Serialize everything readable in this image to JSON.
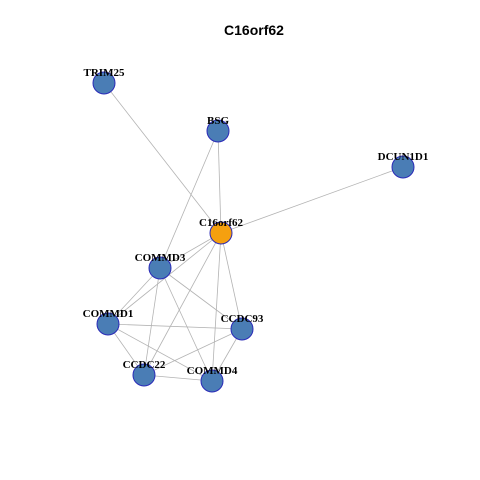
{
  "title": "C16orf62",
  "colors": {
    "node_default": "#4a7db5",
    "node_center": "#f5a00f",
    "node_border": "#2a2ab8",
    "edge": "#b3b3b3"
  },
  "nodes": [
    {
      "id": "C16orf62",
      "label": "C16orf62",
      "center": true
    },
    {
      "id": "TRIM25",
      "label": "TRIM25"
    },
    {
      "id": "BSG",
      "label": "BSG"
    },
    {
      "id": "DCUN1D1",
      "label": "DCUN1D1"
    },
    {
      "id": "COMMD3",
      "label": "COMMD3"
    },
    {
      "id": "COMMD1",
      "label": "COMMD1"
    },
    {
      "id": "CCDC93",
      "label": "CCDC93"
    },
    {
      "id": "CCDC22",
      "label": "CCDC22"
    },
    {
      "id": "COMMD4",
      "label": "COMMD4"
    }
  ],
  "edges": [
    [
      "C16orf62",
      "TRIM25"
    ],
    [
      "C16orf62",
      "BSG"
    ],
    [
      "C16orf62",
      "DCUN1D1"
    ],
    [
      "C16orf62",
      "COMMD3"
    ],
    [
      "C16orf62",
      "COMMD1"
    ],
    [
      "C16orf62",
      "CCDC93"
    ],
    [
      "C16orf62",
      "CCDC22"
    ],
    [
      "C16orf62",
      "COMMD4"
    ],
    [
      "BSG",
      "COMMD3"
    ],
    [
      "COMMD3",
      "COMMD1"
    ],
    [
      "COMMD3",
      "CCDC93"
    ],
    [
      "COMMD3",
      "CCDC22"
    ],
    [
      "COMMD3",
      "COMMD4"
    ],
    [
      "COMMD1",
      "CCDC93"
    ],
    [
      "COMMD1",
      "CCDC22"
    ],
    [
      "COMMD1",
      "COMMD4"
    ],
    [
      "CCDC93",
      "CCDC22"
    ],
    [
      "CCDC93",
      "COMMD4"
    ],
    [
      "CCDC22",
      "COMMD4"
    ]
  ]
}
